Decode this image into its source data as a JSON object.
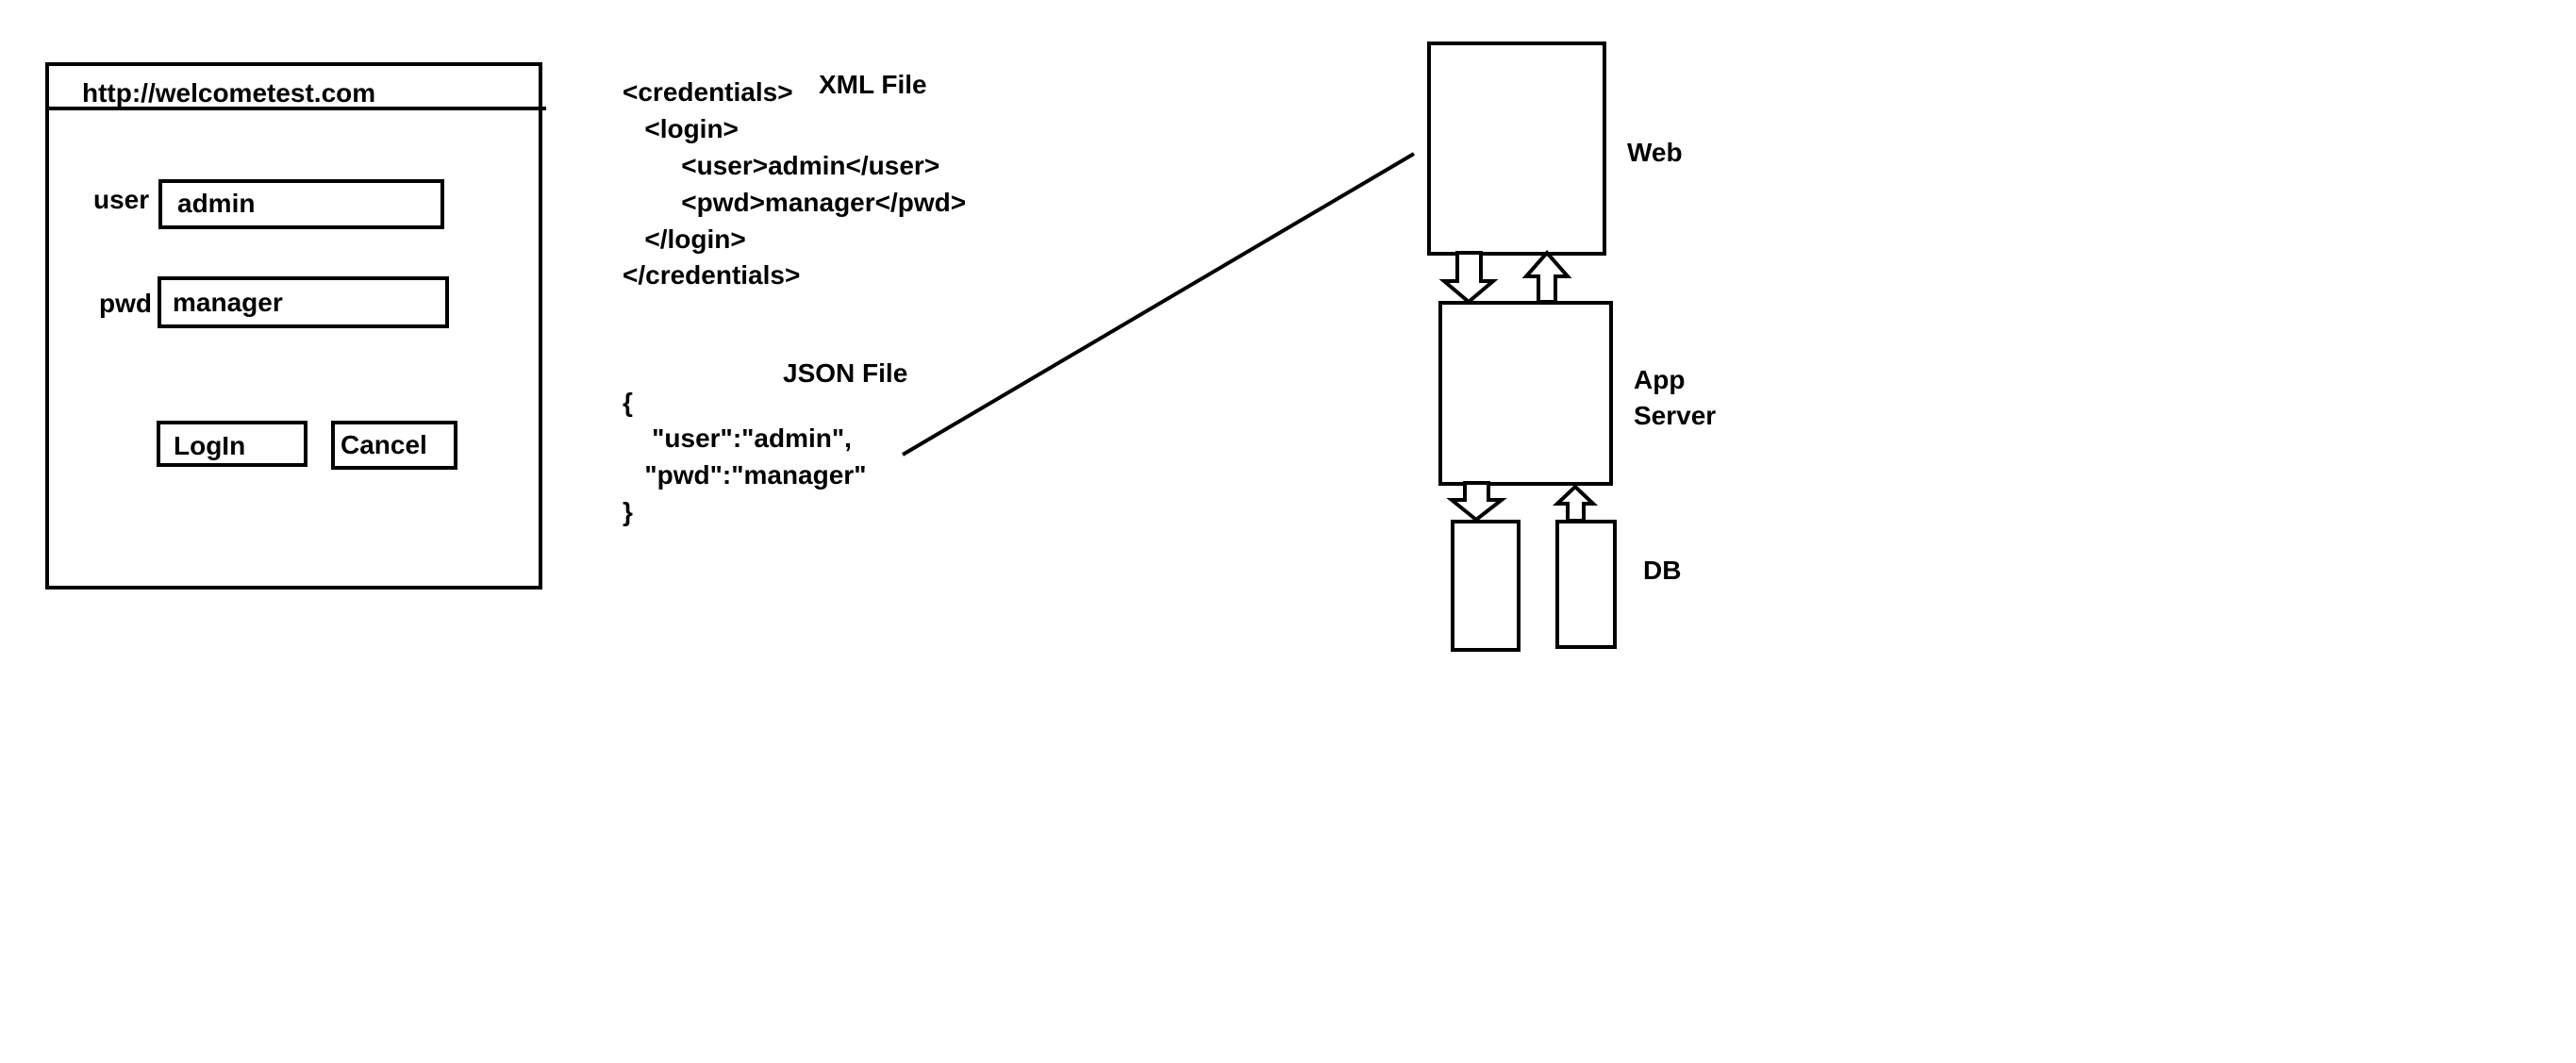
{
  "browser": {
    "url": "http://welcometest.com",
    "user_label": "user",
    "user_value": "admin",
    "pwd_label": "pwd",
    "pwd_value": "manager",
    "login_label": "LogIn",
    "cancel_label": "Cancel"
  },
  "xml": {
    "title": "XML File",
    "lines": [
      "<credentials>",
      "   <login>",
      "        <user>admin</user>",
      "        <pwd>manager</pwd>",
      "   </login>",
      "</credentials>"
    ]
  },
  "json": {
    "title": "JSON File",
    "lines": [
      "{",
      "    \"user\":\"admin\",",
      "   \"pwd\":\"manager\"",
      "}"
    ]
  },
  "architecture": {
    "web_label": "Web",
    "app_label_line1": "App",
    "app_label_line2": "Server",
    "db_label": "DB"
  }
}
